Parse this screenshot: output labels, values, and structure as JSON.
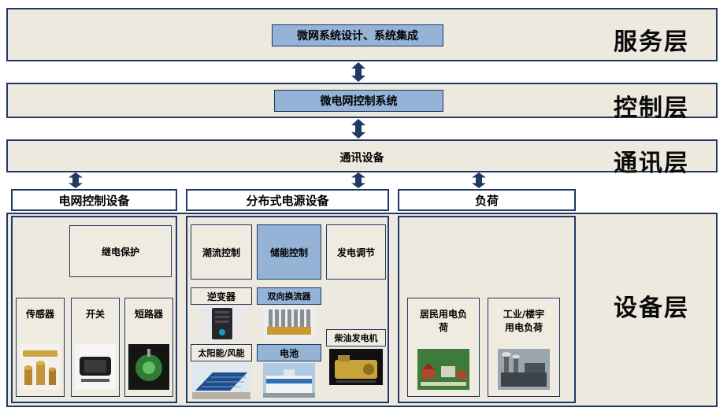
{
  "colors": {
    "band_bg": "#EDE9DF",
    "cell_bg": "#EFEBE1",
    "blue_box": "#95B3D7",
    "border": "#1F3864",
    "arrow": "#1F3864",
    "header_bg": "#FFFFFF"
  },
  "service_layer": {
    "label": "服务层",
    "box_label": "微网系统设计、系统集成"
  },
  "control_layer": {
    "label": "控制层",
    "box_label": "微电网控制系统"
  },
  "comm_layer": {
    "label": "通讯层",
    "device_label": "通讯设备"
  },
  "device_layer": {
    "label": "设备层",
    "col1": {
      "header": "电网控制设备",
      "relay": "继电保护",
      "sensor": "传感器",
      "switch": "开关",
      "breaker": "短路器"
    },
    "col2": {
      "header": "分布式电源设备",
      "flow_control": "潮流控制",
      "storage_control": "储能控制",
      "gen_regulation": "发电调节",
      "inverter": "逆变器",
      "bidirectional_converter": "双向换流器",
      "diesel_generator": "柴油发电机",
      "solar_wind": "太阳能/风能",
      "battery": "电池"
    },
    "col3": {
      "header": "负荷",
      "residential": "居民用电负荷",
      "industrial": "工业/楼宇用电负荷"
    }
  }
}
